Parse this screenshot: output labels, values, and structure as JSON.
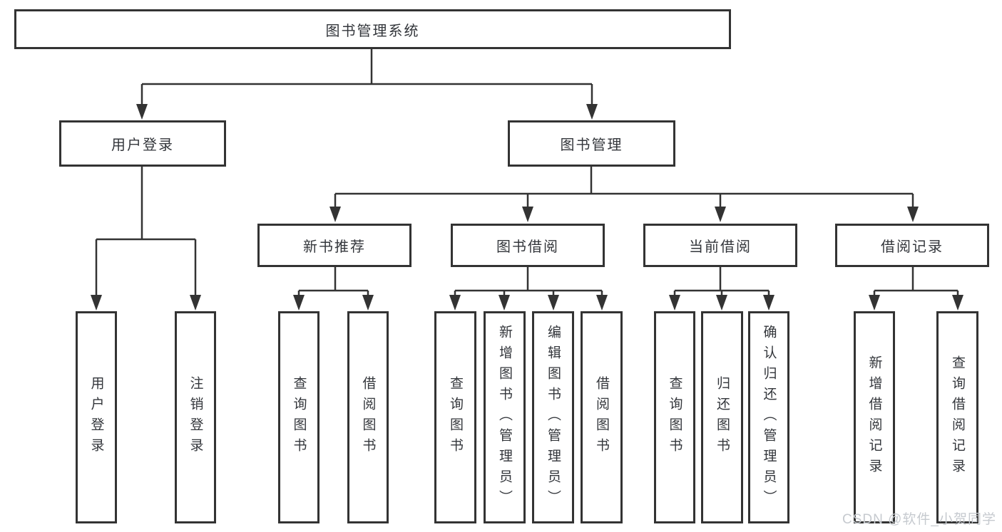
{
  "tree": {
    "label": "图书管理系统",
    "children": [
      {
        "label": "用户登录",
        "children": [
          {
            "label": "用户登录"
          },
          {
            "label": "注销登录"
          }
        ]
      },
      {
        "label": "图书管理",
        "children": [
          {
            "label": "新书推荐",
            "children": [
              {
                "label": "查询图书"
              },
              {
                "label": "借阅图书"
              }
            ]
          },
          {
            "label": "图书借阅",
            "children": [
              {
                "label": "查询图书"
              },
              {
                "label": "新增图书（管理员）"
              },
              {
                "label": "编辑图书（管理员）"
              },
              {
                "label": "借阅图书"
              }
            ]
          },
          {
            "label": "当前借阅",
            "children": [
              {
                "label": "查询图书"
              },
              {
                "label": "归还图书"
              },
              {
                "label": "确认归还（管理员）"
              }
            ]
          },
          {
            "label": "借阅记录",
            "children": [
              {
                "label": "新增借阅记录"
              },
              {
                "label": "查询借阅记录"
              }
            ]
          }
        ]
      }
    ]
  },
  "watermark": {
    "text": "CSDN @软件_小贺同学"
  },
  "colors": {
    "line": "#333333",
    "text": "#33363b",
    "background": "#ffffff",
    "watermark": "#c6cacf"
  }
}
